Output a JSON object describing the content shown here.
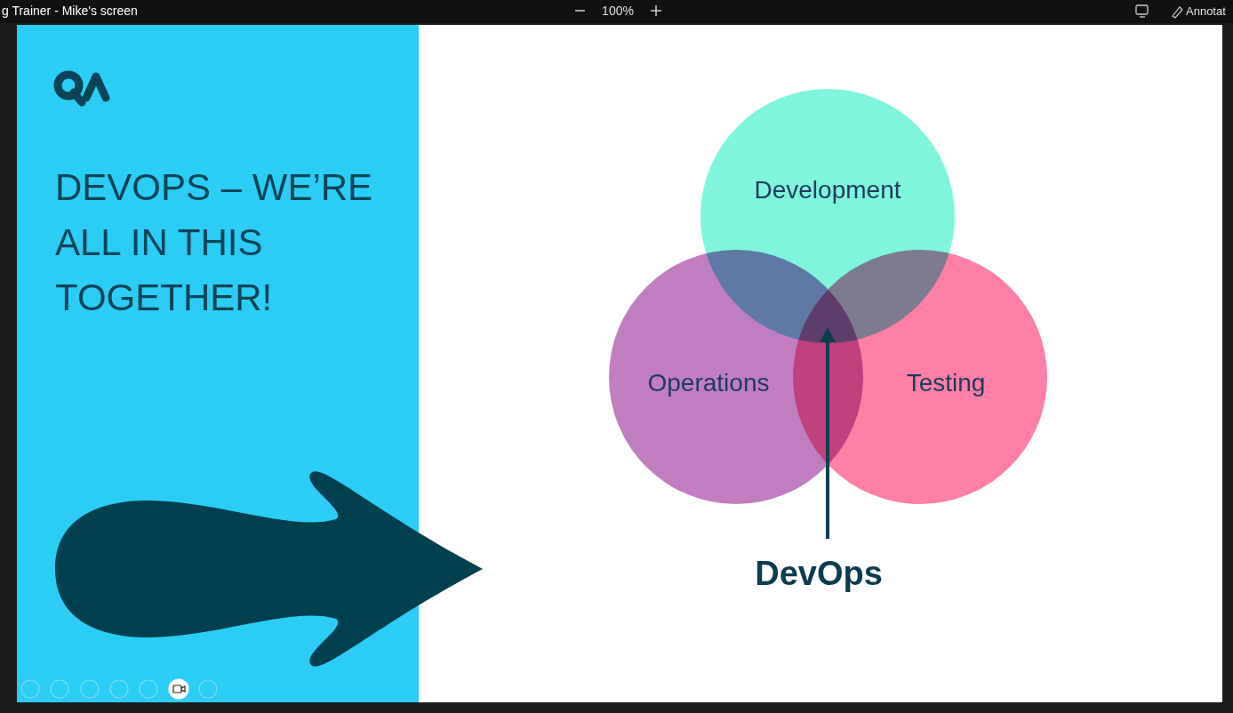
{
  "diagram": {
    "title": "DEVOPS – WE’RE ALL IN THIS TOGETHER!",
    "nodes": [
      {
        "text": [
          "Development"
        ]
      },
      {
        "text": [
          "Operations"
        ]
      },
      {
        "text": [
          "Testing"
        ]
      }
    ],
    "labels": [
      "g Trainer - Mike's screen",
      "100%",
      "Annotat",
      "DevOps"
    ]
  }
}
